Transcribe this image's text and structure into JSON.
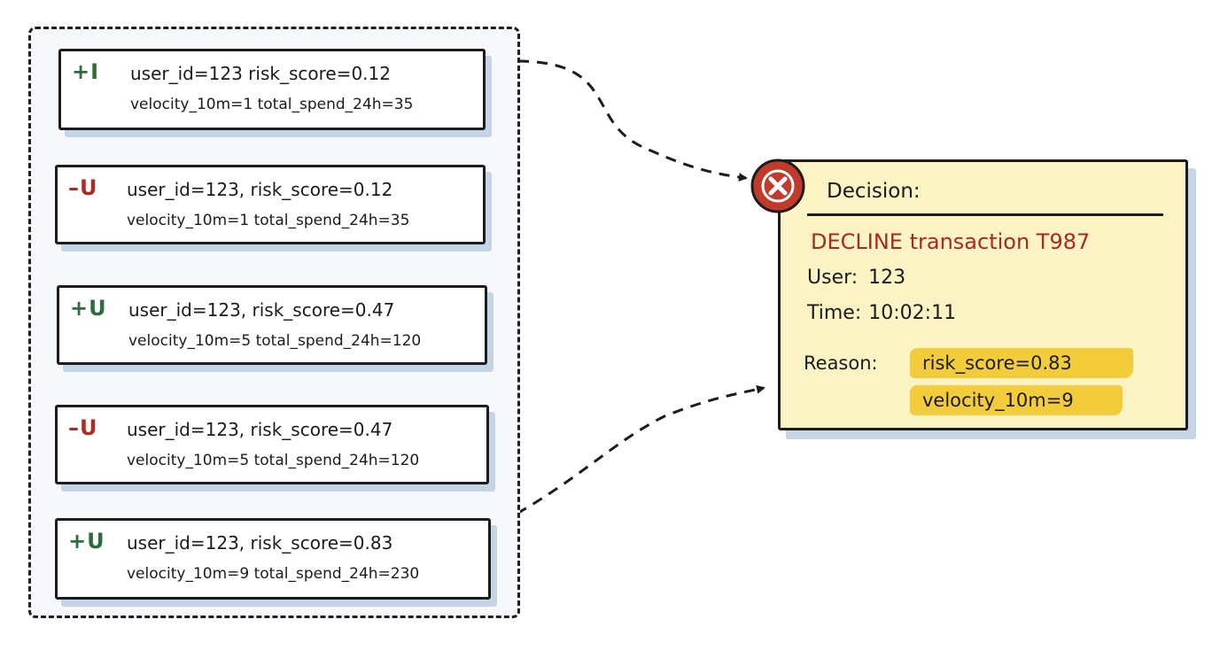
{
  "events": [
    {
      "op": "+I",
      "kind": "insert",
      "line1": "user_id=123  risk_score=0.12",
      "line2": "velocity_10m=1  total_spend_24h=35"
    },
    {
      "op": "–U",
      "kind": "minus",
      "line1": "user_id=123, risk_score=0.12",
      "line2": "velocity_10m=1  total_spend_24h=35"
    },
    {
      "op": "+U",
      "kind": "plus",
      "line1": "user_id=123, risk_score=0.47",
      "line2": "velocity_10m=5  total_spend_24h=120"
    },
    {
      "op": "–U",
      "kind": "minus",
      "line1": "user_id=123, risk_score=0.47",
      "line2": "velocity_10m=5  total_spend_24h=120"
    },
    {
      "op": "+U",
      "kind": "plus",
      "line1": "user_id=123, risk_score=0.83",
      "line2": "velocity_10m=9  total_spend_24h=230"
    }
  ],
  "decision": {
    "heading": "Decision:",
    "action": "DECLINE transaction T987",
    "user_label": "User:",
    "user_value": "123",
    "time_label": "Time:",
    "time_value": "10:02:11",
    "reason_label": "Reason:",
    "reasons": [
      "risk_score=0.83",
      "velocity_10m=9"
    ],
    "icon": "decline-x-icon"
  },
  "colors": {
    "insert_op": "#2f6b3e",
    "retract_op": "#ad2c25",
    "decline_icon": "#c23a2c",
    "decision_bg": "#fcf3c4",
    "highlight": "#f2cc3a",
    "shadow": "#c6d5e6"
  }
}
